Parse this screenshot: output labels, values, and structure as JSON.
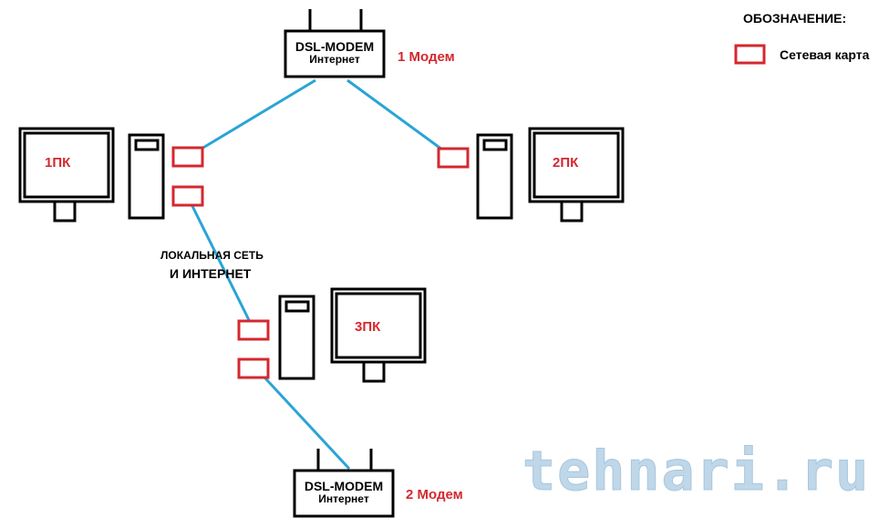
{
  "legend": {
    "title": "ОБОЗНАЧЕНИЕ:",
    "item_label": "Сетевая карта"
  },
  "modem1": {
    "line1": "DSL-MODEM",
    "line2": "Интернет",
    "caption": "1 Модем"
  },
  "modem2": {
    "line1": "DSL-MODEM",
    "line2": "Интернет",
    "caption": "2 Модем"
  },
  "pc1": {
    "label": "1ПК"
  },
  "pc2": {
    "label": "2ПК"
  },
  "pc3": {
    "label": "3ПК"
  },
  "lan_label": {
    "line1": "ЛОКАЛЬНАЯ СЕТЬ",
    "line2": "И ИНТЕРНЕТ"
  },
  "watermark": "tehnari.ru",
  "colors": {
    "card": "#d4282f",
    "cable": "#2aa4d6",
    "outline": "#000000",
    "label_red": "#d4282f"
  }
}
